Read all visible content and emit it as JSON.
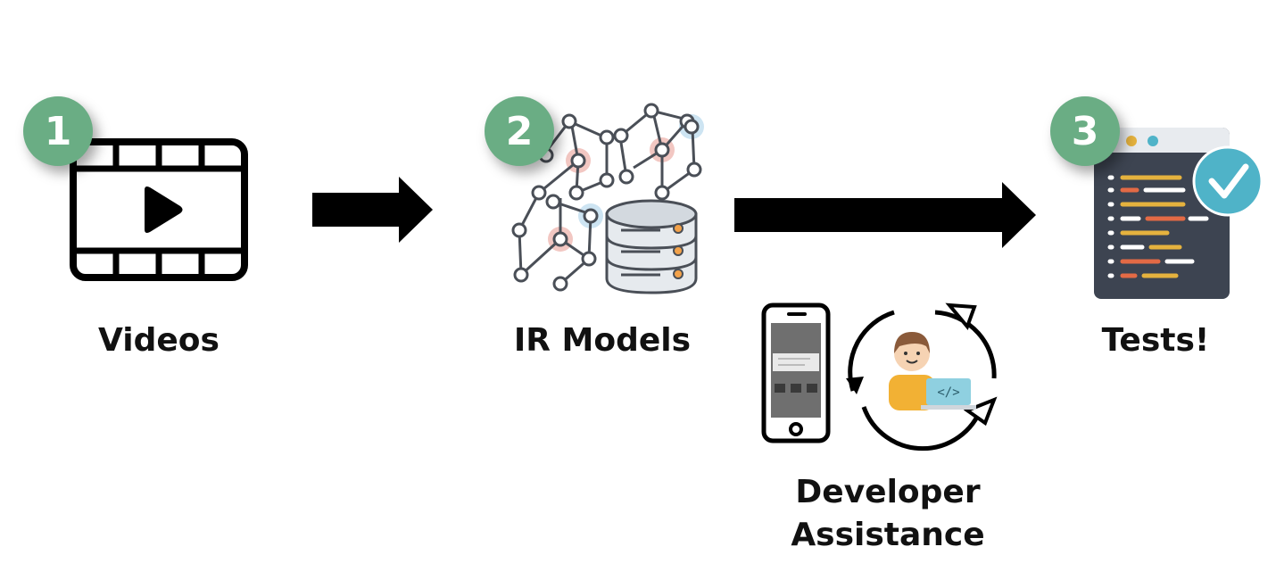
{
  "steps": [
    {
      "number": "1",
      "label": "Videos",
      "icon": "video-film-icon"
    },
    {
      "number": "2",
      "label": "IR Models",
      "icon": "graph-database-icon"
    },
    {
      "number": "3",
      "label": "Tests!",
      "icon": "code-test-checkmark-icon"
    }
  ],
  "assist": {
    "line1": "Developer",
    "line2": "Assistance",
    "icon": "developer-phone-cycle-icon"
  },
  "colors": {
    "badge": "#6aad84",
    "check": "#4fb3c8",
    "arrow": "#000000"
  }
}
